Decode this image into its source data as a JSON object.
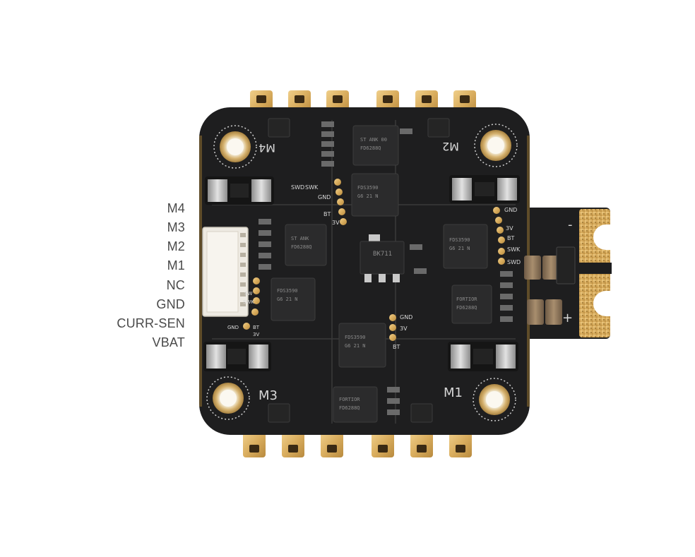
{
  "pin_labels": [
    "M4",
    "M3",
    "M2",
    "M1",
    "NC",
    "GND",
    "CURR-SEN",
    "VBAT"
  ],
  "board": {
    "motor_labels": [
      "M4",
      "M2",
      "M3",
      "M1"
    ],
    "pad_labels_top": [
      "SWD",
      "SWK",
      "GND",
      "BT",
      "3V"
    ],
    "pad_labels_right": [
      "GND",
      "3V",
      "BT",
      "SWK",
      "SWD"
    ],
    "pad_labels_bottom": [
      "GND",
      "3V",
      "BT"
    ],
    "pad_labels_left": [
      "SW",
      "SWK",
      "BT",
      "3V",
      "GND"
    ],
    "regulator_marking": "BK711",
    "power_polarity": [
      "+",
      "-"
    ],
    "colors": {
      "pcb": "#1e1e1f",
      "gold": "#d9ad5e",
      "silk": "#d8d8d8",
      "chip": "#2b2b2c"
    }
  }
}
